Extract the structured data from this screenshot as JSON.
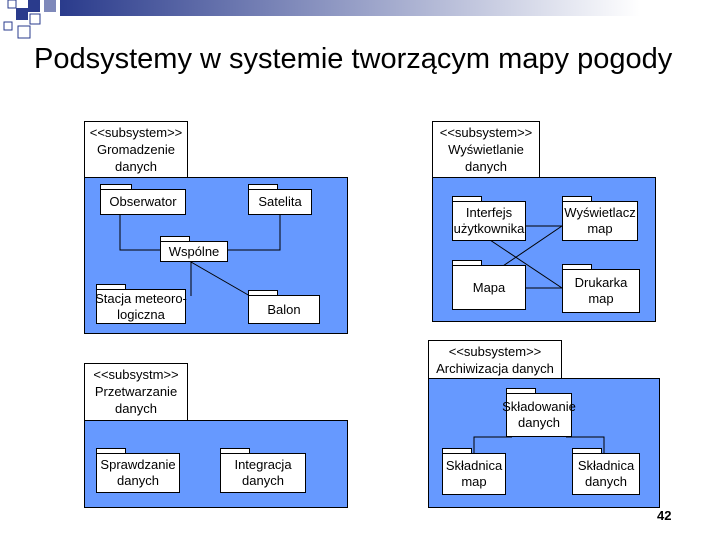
{
  "slide": {
    "title": "Podsystemy w systemie tworzącym mapy pogody",
    "page_number": "42",
    "accent_color": "#2a3b8c",
    "package_color": "#6699ff"
  },
  "packages": {
    "gromadzenie": {
      "header": [
        "<<subsystem>>",
        "Gromadzenie",
        "danych"
      ]
    },
    "wyswietlanie": {
      "header": [
        "<<subsystem>>",
        "Wyświetlanie",
        "danych"
      ]
    },
    "przetwarzanie": {
      "header": [
        "<<subsystm>>",
        "Przetwarzanie",
        "danych"
      ]
    },
    "archiwizacja": {
      "header": [
        "<<subsystem>>",
        "Archiwizacja danych"
      ]
    }
  },
  "components": {
    "obserwator": [
      "Obserwator"
    ],
    "satelita": [
      "Satelita"
    ],
    "wspolne": [
      "Wspólne"
    ],
    "stacja": [
      "Stacja meteoro-",
      "logiczna"
    ],
    "balon": [
      "Balon"
    ],
    "interfejs": [
      "Interfejs",
      "użytkownika"
    ],
    "wyswietlacz": [
      "Wyświetlacz",
      "map"
    ],
    "mapa": [
      "Mapa"
    ],
    "drukarka": [
      "Drukarka",
      "map"
    ],
    "sprawdzanie": [
      "Sprawdzanie",
      "danych"
    ],
    "integracja": [
      "Integracja",
      "danych"
    ],
    "skladowanie": [
      "Składowanie",
      "danych"
    ],
    "skladnica_map": [
      "Składnica",
      "map"
    ],
    "skladnica_danych": [
      "Składnica",
      "danych"
    ]
  }
}
